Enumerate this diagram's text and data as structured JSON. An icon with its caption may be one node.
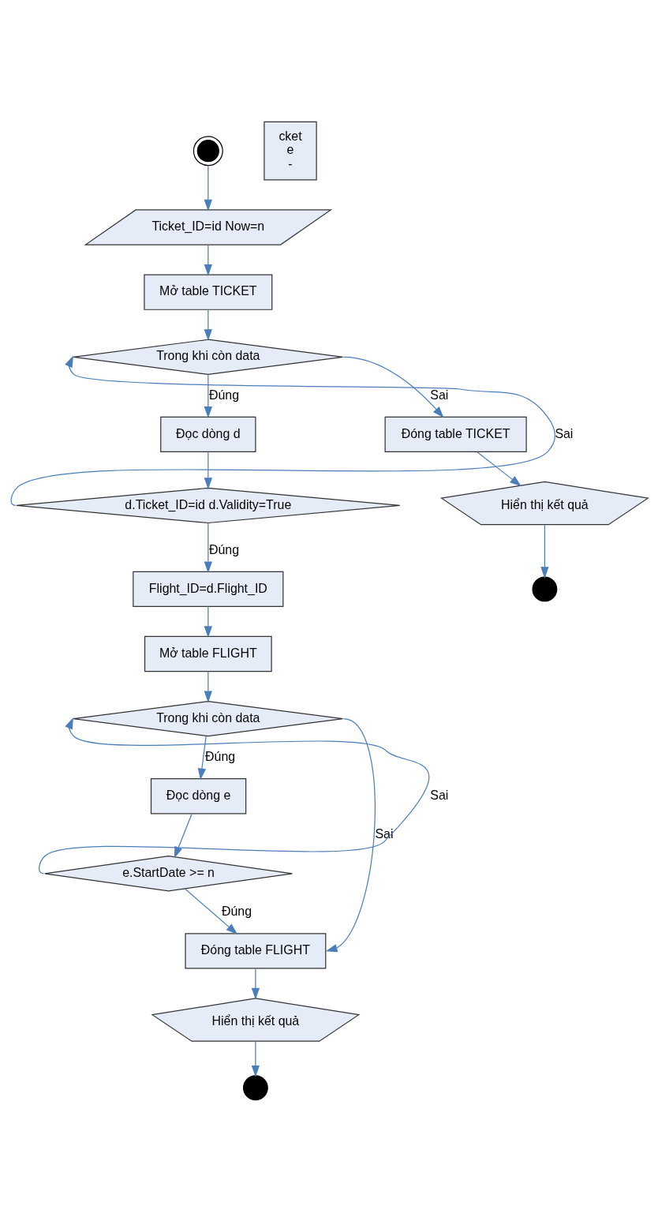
{
  "diagram": {
    "nodes": [
      {
        "text": [],
        "shape": "circle"
      },
      {
        "text": [
          "Ticket_ID=id Now=n"
        ]
      },
      {
        "text": [
          "Mở table TICKET"
        ]
      },
      {
        "text": [
          "Trong khi còn data"
        ]
      },
      {
        "text": [
          "Đọc dòng d"
        ]
      },
      {
        "text": [
          "d.Ticket_ID=id d.Validity=True"
        ]
      },
      {
        "text": [
          "Flight_ID=d.Flight_ID"
        ]
      },
      {
        "text": [
          "Mở table FLIGHT"
        ]
      },
      {
        "text": [
          "Trong khi còn data"
        ]
      },
      {
        "text": [
          "Đọc dòng e"
        ]
      },
      {
        "text": [
          "e.StartDate >= n"
        ]
      },
      {
        "text": [
          "Đóng table FLIGHT"
        ]
      },
      {
        "text": [
          "Hiển thị kết quả"
        ]
      },
      {
        "text": [],
        "shape": "circle"
      },
      {
        "text": [
          "Đóng table TICKET"
        ]
      },
      {
        "text": [
          "Hiển thị kết quả"
        ]
      },
      {
        "text": [],
        "shape": "circle"
      },
      {
        "text": [
          "cket",
          "e",
          "-"
        ]
      }
    ],
    "edges": [
      {
        "from": 0,
        "to": 1,
        "arrow": "to"
      },
      {
        "from": 1,
        "to": 2,
        "arrow": "to"
      },
      {
        "from": 2,
        "to": 3,
        "arrow": "to"
      },
      {
        "from": 3,
        "to": 4,
        "arrow": "to",
        "label": "Đúng"
      },
      {
        "from": 3,
        "to": 14,
        "arrow": "to",
        "label": "Sai"
      },
      {
        "from": 4,
        "to": 5,
        "arrow": "to"
      },
      {
        "from": 5,
        "to": 3,
        "arrow": "to",
        "label": "Sai"
      },
      {
        "from": 5,
        "to": 6,
        "arrow": "to",
        "label": "Đúng"
      },
      {
        "from": 6,
        "to": 7,
        "arrow": "to"
      },
      {
        "from": 7,
        "to": 8,
        "arrow": "to"
      },
      {
        "from": 8,
        "to": 9,
        "arrow": "to",
        "label": "Đúng"
      },
      {
        "from": 8,
        "to": 11,
        "arrow": "to",
        "label": "Sai"
      },
      {
        "from": 9,
        "to": 10,
        "arrow": "to"
      },
      {
        "from": 10,
        "to": 8,
        "arrow": "to",
        "label": "Sai"
      },
      {
        "from": 10,
        "to": 11,
        "arrow": "to",
        "label": "Đúng"
      },
      {
        "from": 11,
        "to": 12,
        "arrow": "to"
      },
      {
        "from": 12,
        "to": 13,
        "arrow": "to"
      },
      {
        "from": 14,
        "to": 15,
        "arrow": "to"
      },
      {
        "from": 15,
        "to": 16,
        "arrow": "to"
      }
    ]
  }
}
